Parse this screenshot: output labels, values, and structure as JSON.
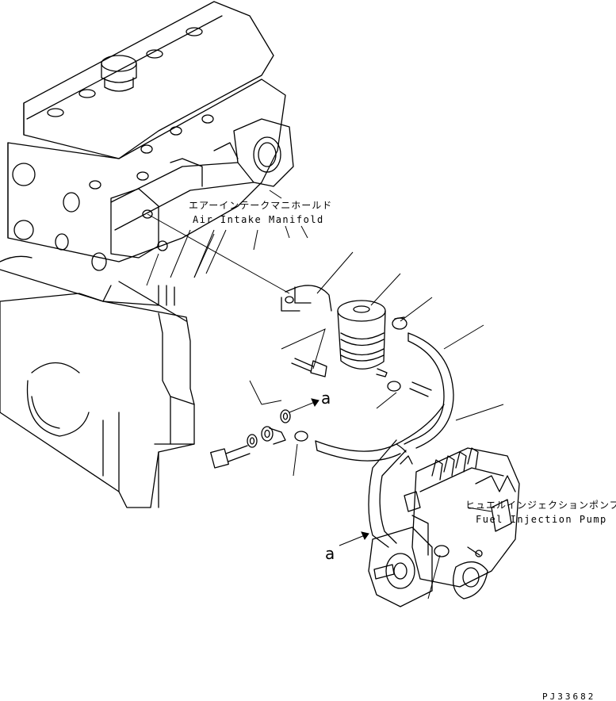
{
  "labels": {
    "air_intake_manifold_jp": "エアーインテークマニホールド",
    "air_intake_manifold_en": "Air Intake Manifold",
    "fuel_injection_pump_jp": "ヒュエルインジェクションポンプ",
    "fuel_injection_pump_en": "Fuel Injection Pump",
    "ref_a_upper": "a",
    "ref_a_lower": "a"
  },
  "drawing_code": "PJ33682"
}
